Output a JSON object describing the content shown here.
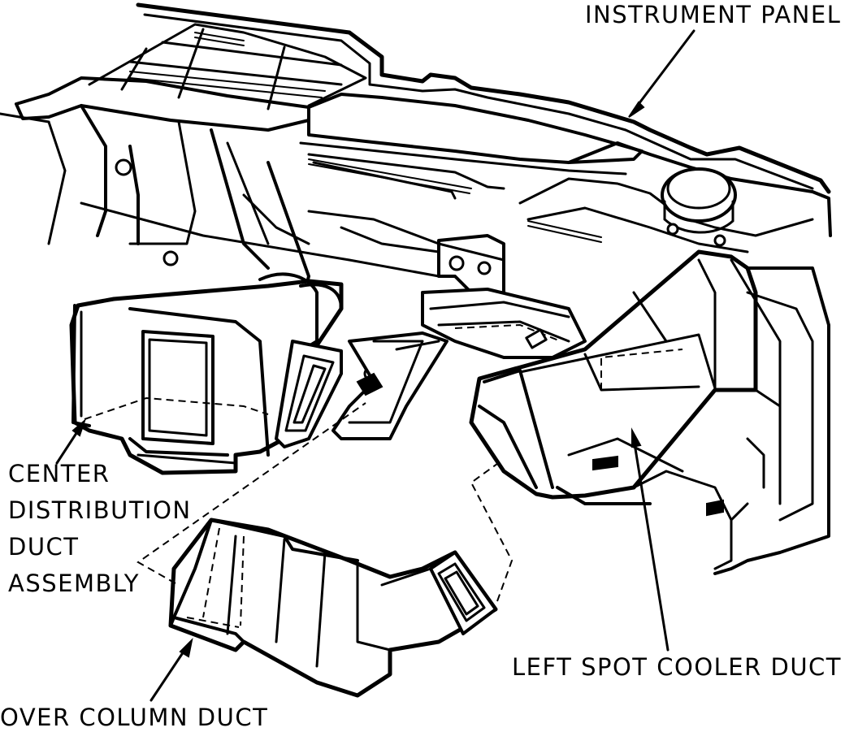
{
  "diagram": {
    "labels": {
      "instrument_panel": "INSTRUMENT PANEL",
      "center_distribution_duct_assembly": [
        "CENTER",
        "DISTRIBUTION",
        "DUCT",
        "ASSEMBLY"
      ],
      "left_spot_cooler_duct": "LEFT SPOT COOLER DUCT",
      "over_column_duct": "OVER COLUMN DUCT"
    },
    "colors": {
      "ink": "#000000",
      "paper": "#ffffff"
    }
  }
}
